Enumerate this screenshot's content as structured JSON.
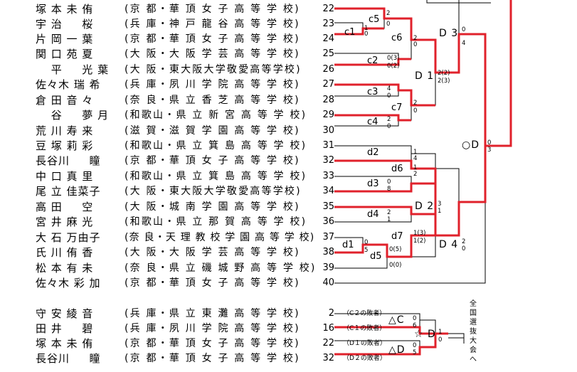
{
  "main_bracket": {
    "entries": [
      {
        "name": "塚 本 未 侑",
        "school": "(京 都・華 頂 女 子 高 等 学 校)",
        "num": "22"
      },
      {
        "name": "宇 治 　 桜",
        "school": "(兵 庫・神 戸 龍 谷 高 等 学 校)",
        "num": "23"
      },
      {
        "name": "片 岡 一 葉",
        "school": "(京 都・華 頂 女 子 高 等 学 校)",
        "num": "24"
      },
      {
        "name": "関 口 苑 夏",
        "school": "(大 阪・大 阪 学 芸 高 等 学 校)",
        "num": "25"
      },
      {
        "name": "　 平 　 光 葉",
        "school": "(大 阪・東大阪大学敬愛高等学校)",
        "num": "26"
      },
      {
        "name": "佐々木 瑞 希",
        "school": "(兵 庫・夙 川 学 院 高 等 学 校)",
        "num": "27"
      },
      {
        "name": "倉 田 音 々",
        "school": "(奈 良・県 立 香 芝 高 等 学 校)",
        "num": "28"
      },
      {
        "name": "　 谷 　 夢 月",
        "school": "(和歌山・県 立 新 宮 高 等 学 校)",
        "num": "29"
      },
      {
        "name": "荒 川 寿 来",
        "school": "(滋 賀・滋 賀 学 園 高 等 学 校)",
        "num": "30"
      },
      {
        "name": "豆 塚 莉 彩",
        "school": "(和歌山・県 立 箕 島 高 等 学 校)",
        "num": "31"
      },
      {
        "name": "長谷川 　 瞳",
        "school": "(京 都・華 頂 女 子 高 等 学 校)",
        "num": "32"
      },
      {
        "name": "中 口 真 里",
        "school": "(和歌山・県 立 箕 島 高 等 学 校)",
        "num": "33"
      },
      {
        "name": "尾 立 佳菜子",
        "school": "(大 阪・東大阪大学敬愛高等学校)",
        "num": "34"
      },
      {
        "name": "高 田 　 空",
        "school": "(大 阪・城 南 学 園 高 等 学 校)",
        "num": "35"
      },
      {
        "name": "宮 井 麻 光",
        "school": "(和歌山・県 立 那 賀 高 等 学 校)",
        "num": "36"
      },
      {
        "name": "大 石 万由子",
        "school": "(奈 良・天 理 教 校 学 園 高 等 学 校)",
        "num": "37"
      },
      {
        "name": "氏 川 侑 香",
        "school": "(大 阪・大 阪 学 芸 高 等 学 校)",
        "num": "38"
      },
      {
        "name": "松 本 有 未",
        "school": "(奈 良・県 立 磯 城 野 高 等 学 校)",
        "num": "39"
      },
      {
        "name": "佐々木 彩 加",
        "school": "(京 都・華 頂 女 子 高 等 学 校)",
        "num": "40"
      }
    ],
    "labels": {
      "c1": "c1",
      "c2": "c2",
      "c3": "c3",
      "c4": "c4",
      "c5": "c5",
      "c6": "c6",
      "c7": "c7",
      "d1": "d1",
      "d2": "d2",
      "d3": "d3",
      "d4": "d4",
      "d5": "d5",
      "d6": "d6",
      "d7": "d7",
      "D1": "D 1",
      "D2": "D 2",
      "D3": "D 3",
      "D4": "D 4",
      "OD": "○D"
    },
    "scores": {
      "c5_top": "2",
      "c5_bot": "0",
      "c1_top": "1",
      "c1_bot": "0",
      "c6_top": "2",
      "c6_bot": "0",
      "c2_top": "0(3)",
      "c2_bot": "0(2)",
      "c3_top": "4",
      "c3_bot": "0",
      "c4_top": "2",
      "c4_bot": "0",
      "c7_top": "2",
      "c7_bot": "0",
      "D1_top": "2(2)",
      "D1_bot": "2(3)",
      "D3_top": "0",
      "D3_bot": "4",
      "OD_top": "0",
      "OD_bot": "3",
      "d2_top": "1",
      "d2_bot": "4",
      "d6_top": "1",
      "d6_bot": "2",
      "d3_top": "0",
      "d3_bot": "8",
      "D2_top": "3",
      "D2_bot": "1",
      "d4_top": "2",
      "d4_bot": "1",
      "d1_top": "0",
      "d1_bot": "5",
      "d7_top": "1(3)",
      "d7_bot": "1(2)",
      "d5_top": "0(5)",
      "d5_bot": "0(0)",
      "D4_top": "2",
      "D4_bot": "0"
    }
  },
  "playoff": {
    "entries": [
      {
        "name": "守 安 綾 音",
        "school": "(兵 庫・県 立 東 灘 高 等 学 校)",
        "num": "2",
        "note": "（C２の敗者）"
      },
      {
        "name": "田 井 　 碧",
        "school": "(兵 庫・夙 川 学 院 高 等 学 校)",
        "num": "16",
        "note": "（C１の敗者）"
      },
      {
        "name": "塚 本 未 侑",
        "school": "(京 都・華 頂 女 子 高 等 学 校)",
        "num": "22",
        "note": "（D１の敗者）"
      },
      {
        "name": "長谷川 　 瞳",
        "school": "(京 都・華 頂 女 子 高 等 学 校)",
        "num": "32",
        "note": "（D２の敗者）"
      }
    ],
    "labels": {
      "tri_c": "△C",
      "star_d": "☆ D",
      "tri_d": "△D"
    },
    "scores": {
      "tc_top": "0",
      "tc_bot": "6",
      "sd_top": "1",
      "sd_bot": "0",
      "td_top": "0",
      "td_bot": "5"
    },
    "vertical_text": "全国選抜大会へ"
  }
}
